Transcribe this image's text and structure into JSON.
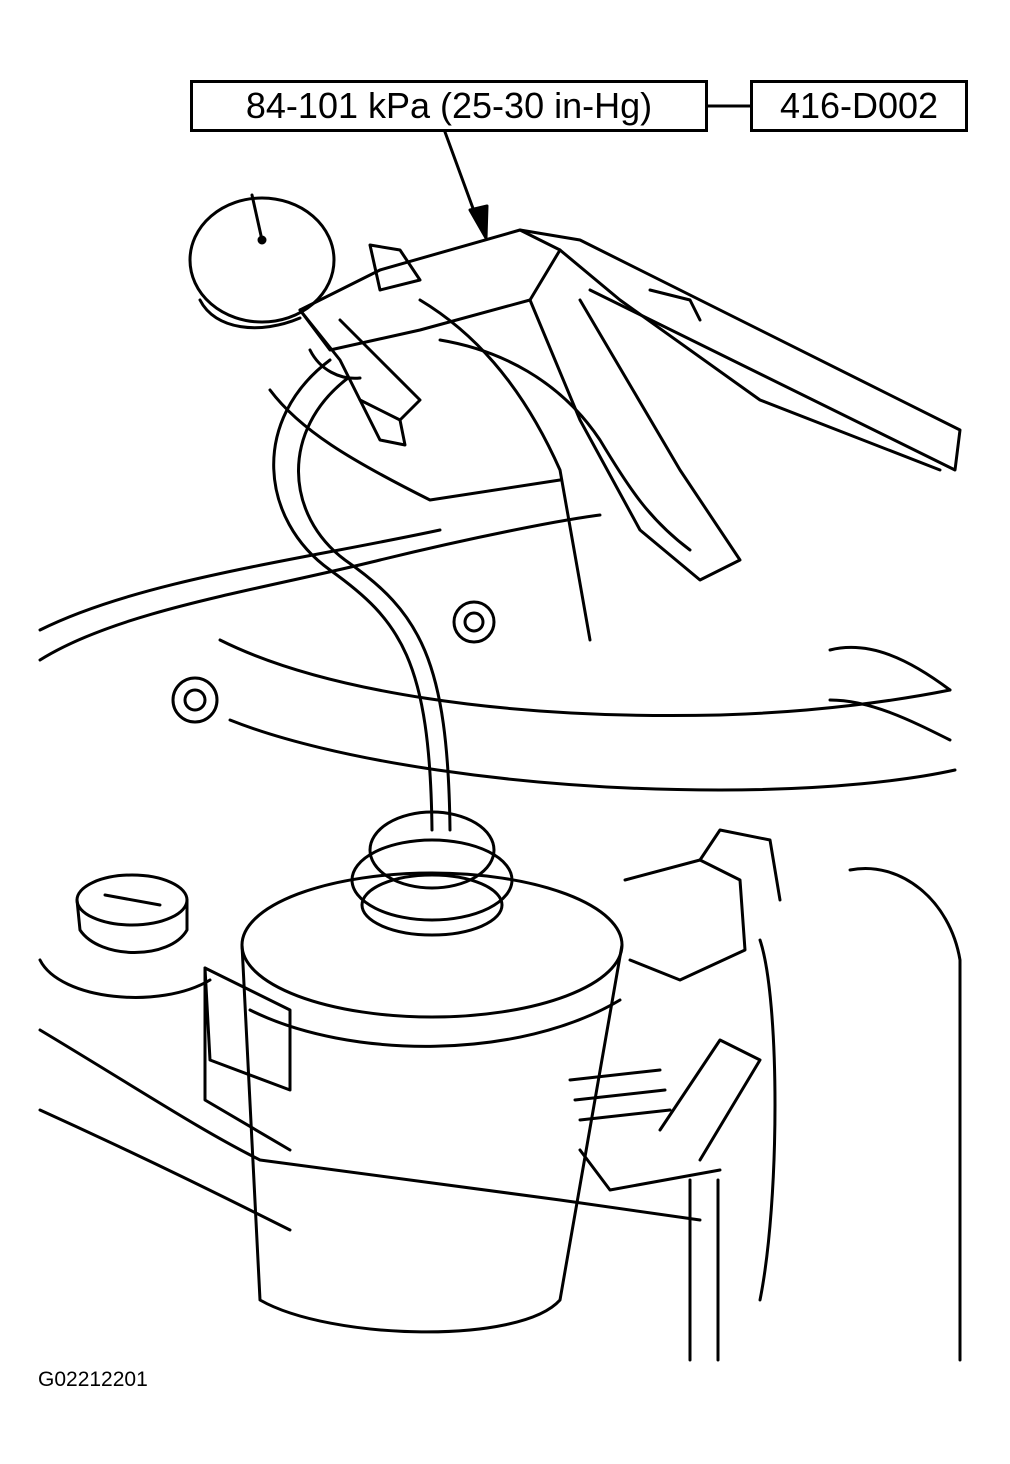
{
  "callouts": {
    "spec_label": "84-101 kPa (25-30 in-Hg)",
    "tool_label": "416-D002"
  },
  "figure_id": "G02212201",
  "colors": {
    "line": "#000000",
    "background": "#ffffff"
  }
}
